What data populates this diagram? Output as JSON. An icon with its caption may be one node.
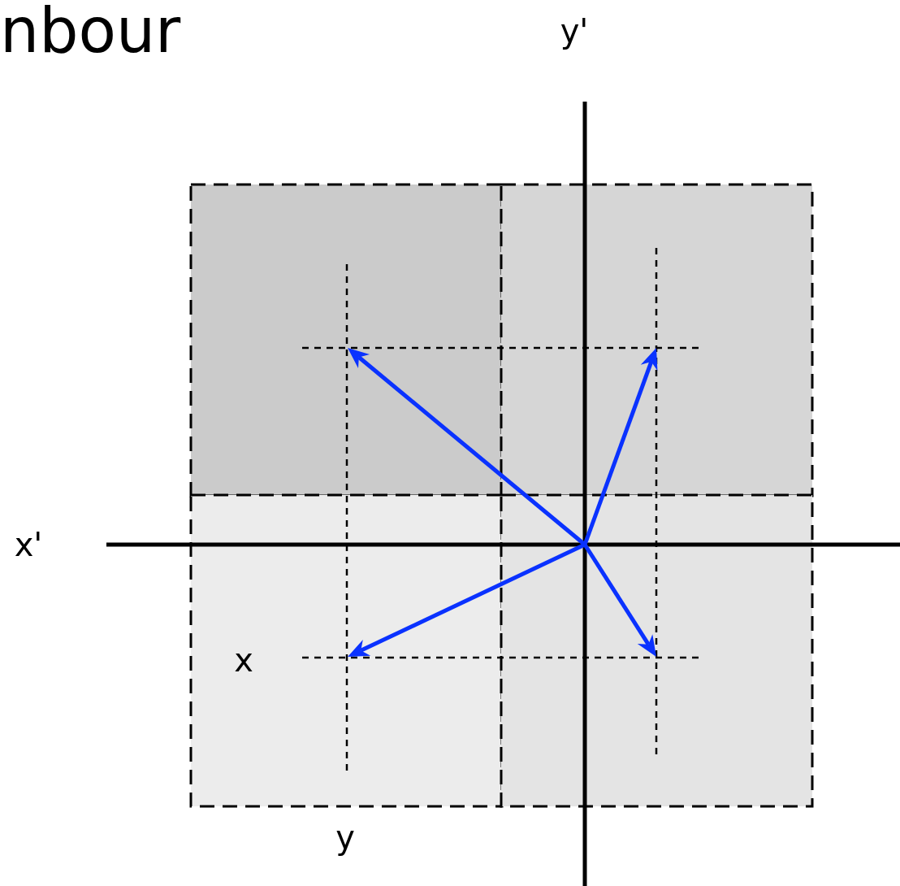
{
  "diagram": {
    "title": "nbour",
    "labels": [
      "y'",
      "x'",
      "x",
      "y"
    ]
  }
}
